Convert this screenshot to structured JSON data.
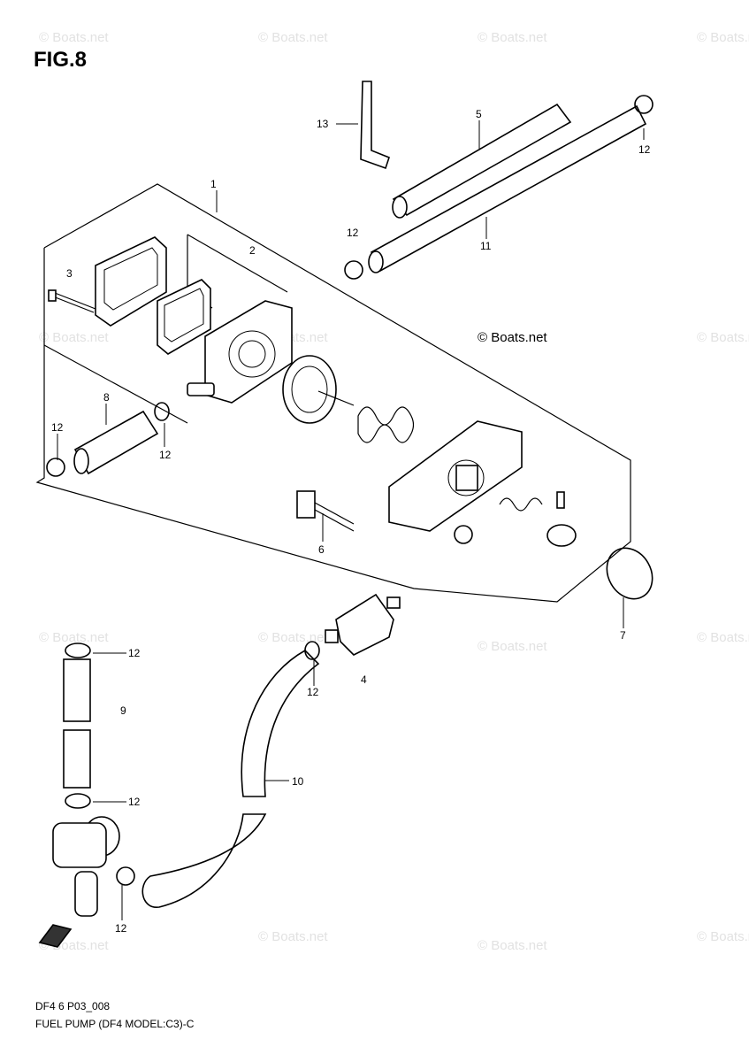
{
  "figure": {
    "title": "FIG.8"
  },
  "watermark": {
    "text": "© Boats.net",
    "main_text": "© Boats.net"
  },
  "callouts": [
    "1",
    "2",
    "3",
    "4",
    "5",
    "6",
    "7",
    "8",
    "9",
    "10",
    "11",
    "12",
    "13"
  ],
  "footer": {
    "code": "DF4 6 P03_008",
    "caption": "FUEL PUMP (DF4 MODEL:C3)-C"
  }
}
